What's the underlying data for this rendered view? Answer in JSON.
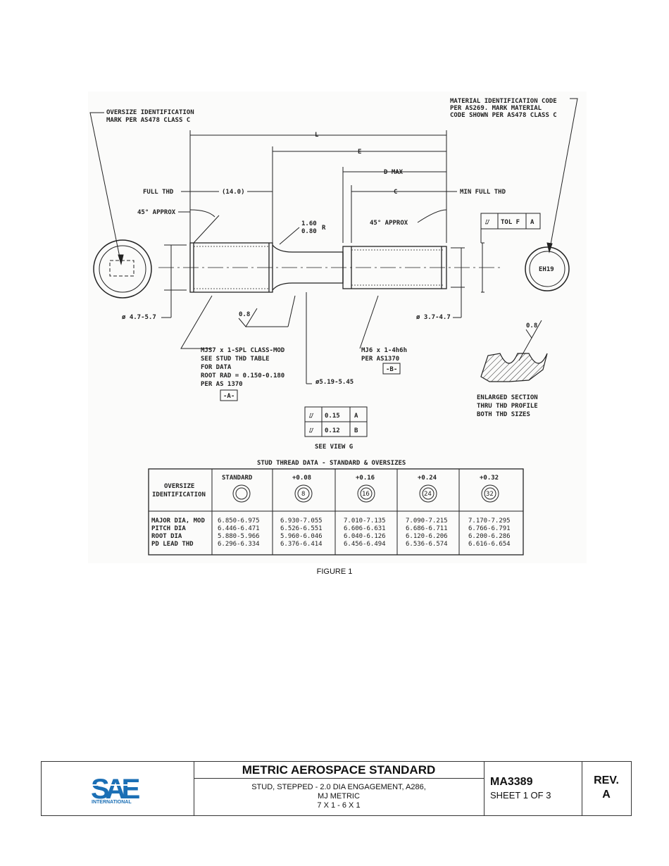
{
  "drawing": {
    "notes": {
      "oversize_mark": [
        "OVERSIZE IDENTIFICATION",
        "MARK PER AS478 CLASS C"
      ],
      "material_code": [
        "MATERIAL IDENTIFICATION CODE",
        "PER AS269.  MARK MATERIAL",
        "CODE SHOWN PER AS478 CLASS C"
      ],
      "dim_L": "L",
      "dim_E": "E",
      "dim_D": "D MAX",
      "dim_C": "C",
      "full_thd": "FULL THD",
      "dim_14": "(14.0)",
      "min_full_thd": "MIN FULL THD",
      "approx_left": "45° APPROX",
      "approx_right": "45° APPROX",
      "radius": [
        "1.60",
        "0.80"
      ],
      "radius_r": "R",
      "tol_label": "TOL F",
      "tol_datum": "A",
      "material_mark": "EH19",
      "dia_left": "ø 4.7-5.7",
      "dia_right": "ø 3.7-4.7",
      "rough_left": "0.8",
      "rough_right": "0.8",
      "mjs7_note": [
        "MJS7 x 1-SPL CLASS-MOD",
        "SEE STUD THD TABLE",
        "FOR DATA",
        "ROOT RAD = 0.150-0.180",
        "PER AS 1370"
      ],
      "datum_a": "-A-",
      "mj6_note": [
        "MJ6 x 1-4h6h",
        "PER AS1370"
      ],
      "datum_b": "-B-",
      "shank_dia": "ø5.19-5.45",
      "runout_1": "0.15",
      "runout_1_datum": "A",
      "runout_2": "0.12",
      "runout_2_datum": "B",
      "see_view": "SEE VIEW G",
      "section_note": [
        "ENLARGED SECTION",
        "THRU THD PROFILE",
        "BOTH THD SIZES"
      ]
    },
    "table": {
      "title": "STUD THREAD DATA - STANDARD & OVERSIZES",
      "header_label": [
        "OVERSIZE",
        "IDENTIFICATION"
      ],
      "columns": [
        {
          "label": "STANDARD",
          "mark": ""
        },
        {
          "label": "+0.08",
          "mark": "8"
        },
        {
          "label": "+0.16",
          "mark": "16"
        },
        {
          "label": "+0.24",
          "mark": "24"
        },
        {
          "label": "+0.32",
          "mark": "32"
        }
      ],
      "row_labels": [
        "MAJOR DIA, MOD",
        "PITCH DIA",
        "ROOT DIA",
        "PD LEAD THD"
      ],
      "rows": [
        [
          "6.850-6.975",
          "6.446-6.471",
          "5.880-5.966",
          "6.296-6.334"
        ],
        [
          "6.930-7.055",
          "6.526-6.551",
          "5.960-6.046",
          "6.376-6.414"
        ],
        [
          "7.010-7.135",
          "6.606-6.631",
          "6.040-6.126",
          "6.456-6.494"
        ],
        [
          "7.090-7.215",
          "6.686-6.711",
          "6.120-6.206",
          "6.536-6.574"
        ],
        [
          "7.170-7.295",
          "6.766-6.791",
          "6.200-6.286",
          "6.616-6.654"
        ]
      ]
    }
  },
  "figure_caption": "FIGURE 1",
  "title_block": {
    "logo_text": "INTERNATIONAL",
    "logo_letters": "SAE",
    "standard": "METRIC AEROSPACE STANDARD",
    "line1": "STUD, STEPPED - 2.0 DIA ENGAGEMENT, A286,",
    "line2": "MJ METRIC",
    "line3": "7 X 1 - 6 X 1",
    "doc_number": "MA3389",
    "sheet": "SHEET 1 OF 3",
    "rev_label": "REV.",
    "rev_value": "A"
  },
  "colors": {
    "ink": "#222222",
    "logo_blue": "#1b6fb5",
    "logo_light": "#3fa9dd"
  }
}
